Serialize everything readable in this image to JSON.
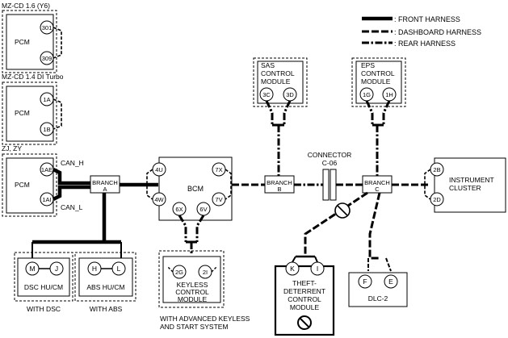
{
  "legend": [
    ": FRONT HARNESS",
    ": DASHBOARD HARNESS",
    ": REAR HARNESS"
  ],
  "pcm_variants": [
    {
      "title": "MZ-CD 1.6 (Y6)",
      "label": "PCM",
      "pins": [
        "301",
        "309"
      ]
    },
    {
      "title": "MZ-CD 1.4 DI Turbo",
      "label": "PCM",
      "pins": [
        "1A",
        "1B"
      ]
    },
    {
      "title": "ZJ, ZY",
      "label": "PCM",
      "pins": [
        "1AE",
        "1AI"
      ]
    }
  ],
  "can_labels": {
    "high": "CAN_H",
    "low": "CAN_L"
  },
  "branches": {
    "a": [
      "BRANCH",
      "A"
    ],
    "b": [
      "BRANCH",
      "B"
    ],
    "c": [
      "BRANCH",
      "C"
    ]
  },
  "dsc": {
    "label": "DSC HU/CM",
    "pins": [
      "M",
      "J"
    ],
    "caption": "WITH DSC"
  },
  "abs": {
    "label": "ABS HU/CM",
    "pins": [
      "H",
      "L"
    ],
    "caption": "WITH ABS"
  },
  "bcm": {
    "label": "BCM",
    "pins": [
      "4U",
      "4W",
      "7X",
      "7V",
      "6X",
      "6V"
    ]
  },
  "keyless": {
    "label": [
      "KEYLESS",
      "CONTROL",
      "MODULE"
    ],
    "pins": [
      "2G",
      "2I"
    ],
    "caption": [
      "WITH ADVANCED KEYLESS",
      "AND START SYSTEM"
    ]
  },
  "sas": {
    "label": [
      "SAS",
      "CONTROL",
      "MODULE"
    ],
    "pins": [
      "3C",
      "3D"
    ]
  },
  "eps": {
    "label": [
      "EPS",
      "CONTROL",
      "MODULE"
    ],
    "pins": [
      "1G",
      "1H"
    ]
  },
  "connector": [
    "CONNECTOR",
    "C-06"
  ],
  "cluster": {
    "label": [
      "INSTRUMENT",
      "CLUSTER"
    ],
    "pins": [
      "2B",
      "2D"
    ]
  },
  "theft": {
    "label": [
      "THEFT-",
      "DETERRENT",
      "CONTROL",
      "MODULE"
    ],
    "pins": [
      "K",
      "I"
    ]
  },
  "dlc": {
    "label": "DLC-2",
    "pins": [
      "F",
      "E"
    ]
  }
}
